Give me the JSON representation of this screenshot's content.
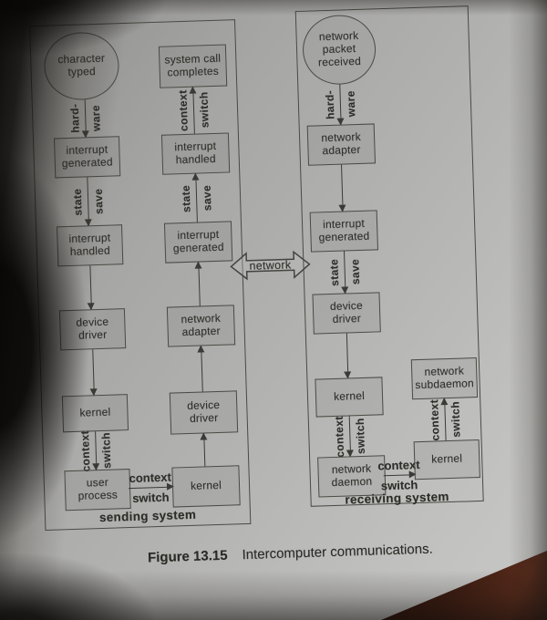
{
  "figure": {
    "label": "Figure 13.15",
    "title": "Intercomputer communications."
  },
  "network": {
    "label": "network"
  },
  "sending": {
    "caption": "sending system",
    "left": {
      "start": "character\ntyped",
      "hw": [
        "hard-",
        "ware"
      ],
      "b1": "interrupt\ngenerated",
      "ss": [
        "state",
        "save"
      ],
      "b2": "interrupt\nhandled",
      "b3": "device\ndriver",
      "b4": "kernel",
      "cs": [
        "context",
        "switch"
      ],
      "b5": "user\nprocess"
    },
    "handoff": [
      "context",
      "switch"
    ],
    "right": {
      "b1": "system call\ncompletes",
      "cs": [
        "context",
        "switch"
      ],
      "b2": "interrupt\nhandled",
      "ss": [
        "state",
        "save"
      ],
      "b3": "interrupt\ngenerated",
      "b4": "network\nadapter",
      "b5": "device\ndriver",
      "b6": "kernel"
    }
  },
  "receiving": {
    "caption": "receiving system",
    "main": {
      "start": "network\npacket\nreceived",
      "hw": [
        "hard-",
        "ware"
      ],
      "b1": "network\nadapter",
      "b2": "interrupt\ngenerated",
      "ss": [
        "state",
        "save"
      ],
      "b3": "device\ndriver",
      "b4": "kernel",
      "cs": [
        "context",
        "switch"
      ],
      "b5": "network\ndaemon"
    },
    "handoff": [
      "context",
      "switch"
    ],
    "sub": {
      "b1": "network\nsubdaemon",
      "cs": [
        "context",
        "switch"
      ],
      "b2": "kernel"
    }
  }
}
